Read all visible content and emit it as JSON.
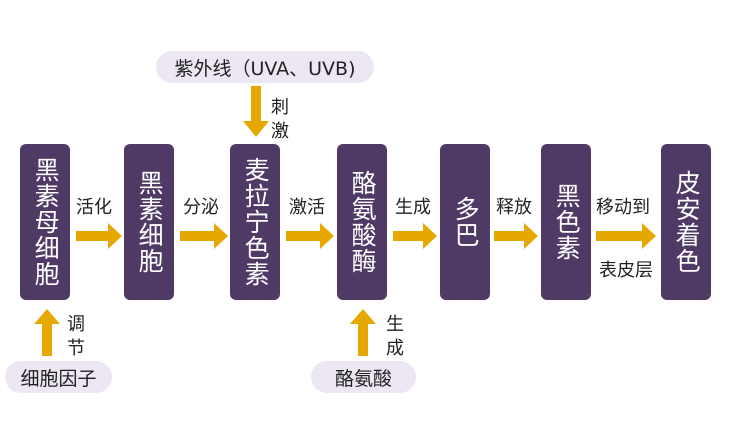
{
  "colors": {
    "box": "#4f3a66",
    "arrow": "#e6a800",
    "pill": "#ece7f2"
  },
  "top_input": {
    "label": "紫外线（UVA、UVB)",
    "action": "刺激"
  },
  "left_input": {
    "label": "细胞因子",
    "action": "调节"
  },
  "bottom_input": {
    "label": "酪氨酸",
    "action": "生成"
  },
  "nodes": [
    "黑素母细胞",
    "黑素细胞",
    "麦拉宁色素",
    "酪氨酸酶",
    "多巴",
    "黑色素",
    "皮安着色"
  ],
  "edges": [
    "活化",
    "分泌",
    "激活",
    "生成",
    "释放",
    "移动到"
  ],
  "edge_note": "表皮层"
}
